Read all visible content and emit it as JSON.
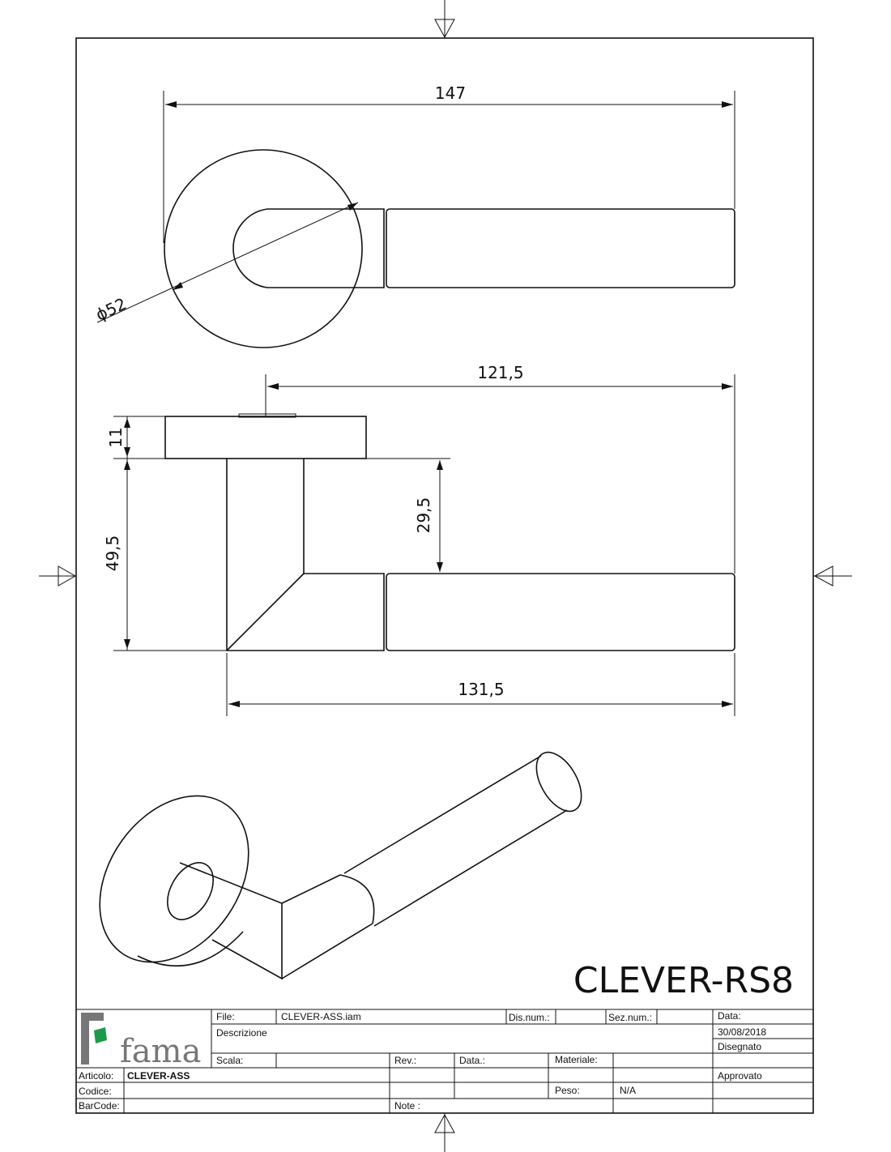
{
  "dimensions": {
    "top_width": "147",
    "diameter": "ϕ52",
    "offset_length": "121,5",
    "rose_thickness": "11",
    "total_height": "49,5",
    "lever_drop": "29,5",
    "lever_length": "131,5"
  },
  "product_title": "CLEVER-RS8",
  "title_block": {
    "logo_text": "fama",
    "logo_accent_color": "#1a9a4a",
    "file_label": "File:",
    "file_value": "CLEVER-ASS.iam",
    "dis_num_label": "Dis.num.:",
    "sez_num_label": "Sez.num.:",
    "data_label": "Data:",
    "date_value": "30/08/2018",
    "descrizione_label": "Descrizione",
    "disegnato_label": "Disegnato",
    "scala_label": "Scala:",
    "rev_label": "Rev.:",
    "data2_label": "Data.:",
    "materiale_label": "Materiale:",
    "articolo_label": "Articolo:",
    "articolo_value": "CLEVER-ASS",
    "approvato_label": "Approvato",
    "codice_label": "Codice:",
    "peso_label": "Peso:",
    "peso_value": "N/A",
    "barcode_label": "BarCode:",
    "note_label": "Note :"
  }
}
